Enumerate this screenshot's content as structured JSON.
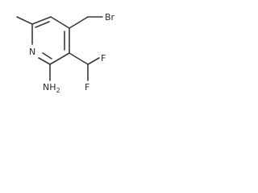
{
  "atoms": {
    "bromine": "Br",
    "ring_nitrogen": "N",
    "fluorine_1": "F",
    "fluorine_2": "F",
    "amino": "NH",
    "amino_subscript": "2"
  }
}
